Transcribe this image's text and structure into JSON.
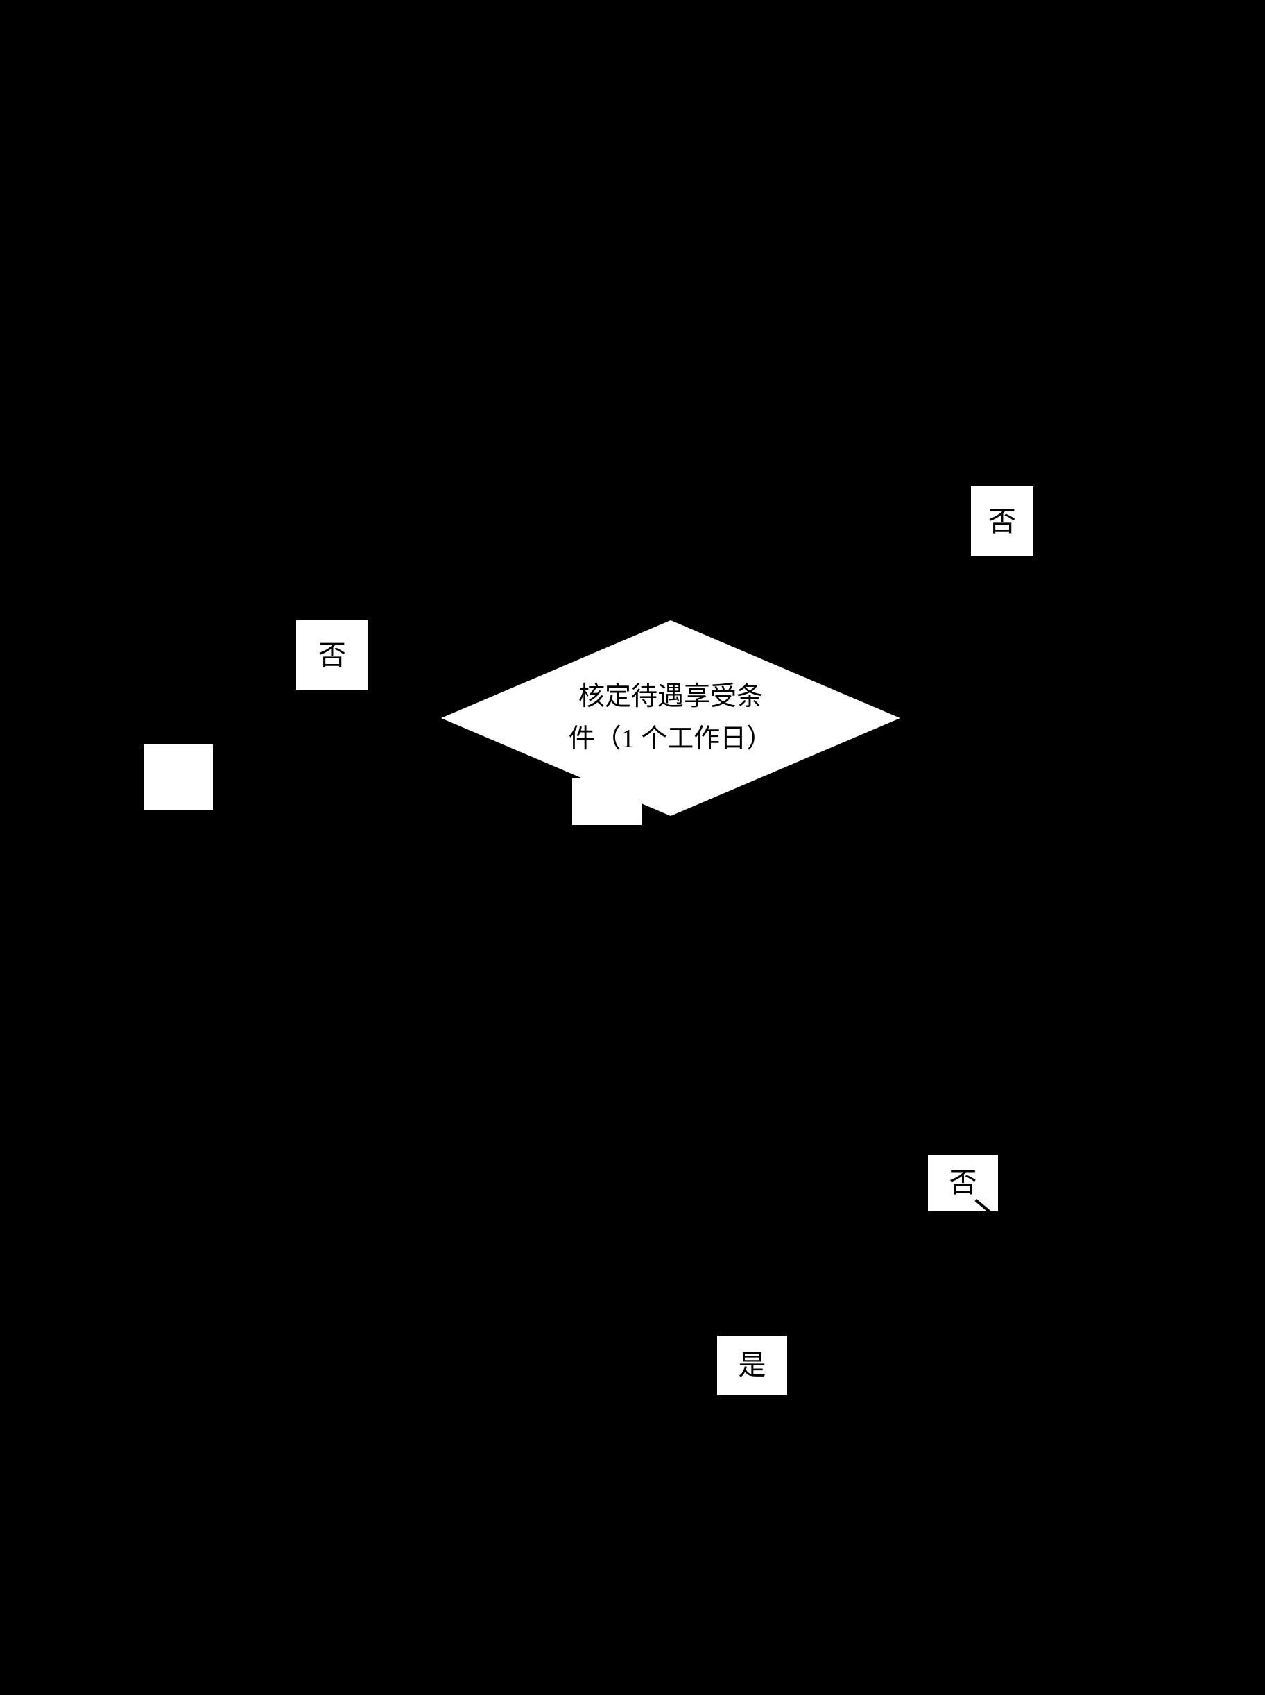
{
  "canvas": {
    "background_color": "#000000",
    "node_fill_color": "#ffffff",
    "node_text_color": "#000000"
  },
  "diagram": {
    "decision": {
      "line1": "核定待遇享受条",
      "line2": "件（1 个工作日）"
    },
    "branch_labels": [
      {
        "id": "no-top-right",
        "text": "否"
      },
      {
        "id": "no-left",
        "text": "否"
      },
      {
        "id": "no-lower-right",
        "text": "否"
      },
      {
        "id": "yes-bottom",
        "text": "是"
      }
    ]
  }
}
